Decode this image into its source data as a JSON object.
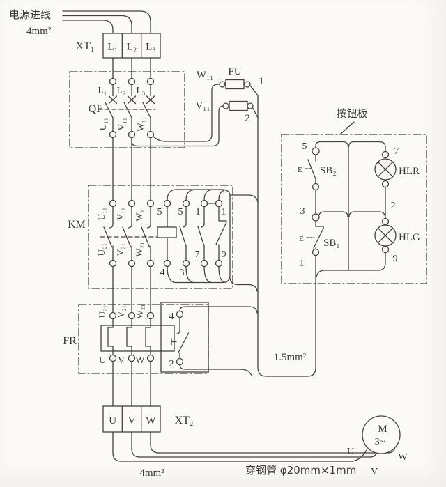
{
  "colors": {
    "ink": "#45423d",
    "paper": "#fbfaf6"
  },
  "source": {
    "label": "电源进线",
    "size": "4mm²"
  },
  "xt1": {
    "name": "XT₁",
    "cells": [
      "L₁",
      "L₂",
      "L₃"
    ]
  },
  "qf": {
    "name": "QF",
    "inputs": [
      "L₁",
      "L₂",
      "L₃"
    ],
    "outputs": [
      "U₁₁",
      "V₁₁",
      "W₁₁"
    ]
  },
  "fu": {
    "name": "FU",
    "w_wire": "W₁₁",
    "v_wire": "V₁₁",
    "out1": "1",
    "out2": "2"
  },
  "panel": {
    "title": "按钮板",
    "t5": "5",
    "t7": "7",
    "t3": "3",
    "t2": "2",
    "t1": "1",
    "t9": "9",
    "sb2": "SB₂",
    "sb1": "SB₁",
    "hlr": "HLR",
    "hlg": "HLG",
    "e_sb2": "E",
    "e_sb1": "E"
  },
  "km": {
    "name": "KM",
    "inputs": [
      "U₁₁",
      "V₁₁",
      "W₁₁"
    ],
    "outputs": [
      "U₂₁",
      "V₂₁",
      "W₂₁"
    ],
    "aux_top": [
      "5",
      "5",
      "1",
      "1"
    ],
    "aux_bottom": [
      "4",
      "3",
      "7",
      "9"
    ]
  },
  "fr": {
    "name": "FR",
    "inputs": [
      "U₂₁",
      "V₂₁",
      "W₂₁"
    ],
    "outputs": [
      "U",
      "V",
      "W"
    ],
    "contact_top": "4",
    "contact_bottom": "2"
  },
  "control_wire_size": "1.5mm²",
  "xt2": {
    "name": "XT₂",
    "cells": [
      "U",
      "V",
      "W"
    ]
  },
  "motor": {
    "label": "M",
    "phases": "3~",
    "u": "U",
    "v": "V",
    "w": "W"
  },
  "bottom": {
    "size": "4mm²",
    "conduit": "穿钢管 φ20mm×1mm"
  }
}
